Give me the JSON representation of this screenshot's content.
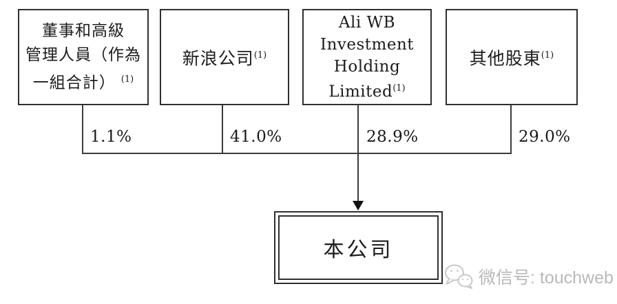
{
  "colors": {
    "line": "#3a3a3a",
    "box_border": "#2e2e2e",
    "text": "#1c1c1c",
    "watermark": "#b9b9b9"
  },
  "shareholders": [
    {
      "id": "directors-and-senior-management",
      "lines": [
        "董事和高級",
        "管理人員（作為",
        "一組合計）"
      ],
      "note": "(1)",
      "percent": "1.1%"
    },
    {
      "id": "sina-corporation",
      "lines": [
        "新浪公司"
      ],
      "note": "(1)",
      "percent": "41.0%"
    },
    {
      "id": "ali-wb-investment-holding",
      "lines": [
        "Ali WB",
        "Investment",
        "Holding",
        "Limited"
      ],
      "note": "(1)",
      "percent": "28.9%"
    },
    {
      "id": "other-shareholders",
      "lines": [
        "其他股東"
      ],
      "note": "(1)",
      "percent": "29.0%"
    }
  ],
  "company": {
    "label": "本公司"
  },
  "watermark": {
    "icon": "wechat-icon",
    "text": "微信号: touchweb"
  }
}
